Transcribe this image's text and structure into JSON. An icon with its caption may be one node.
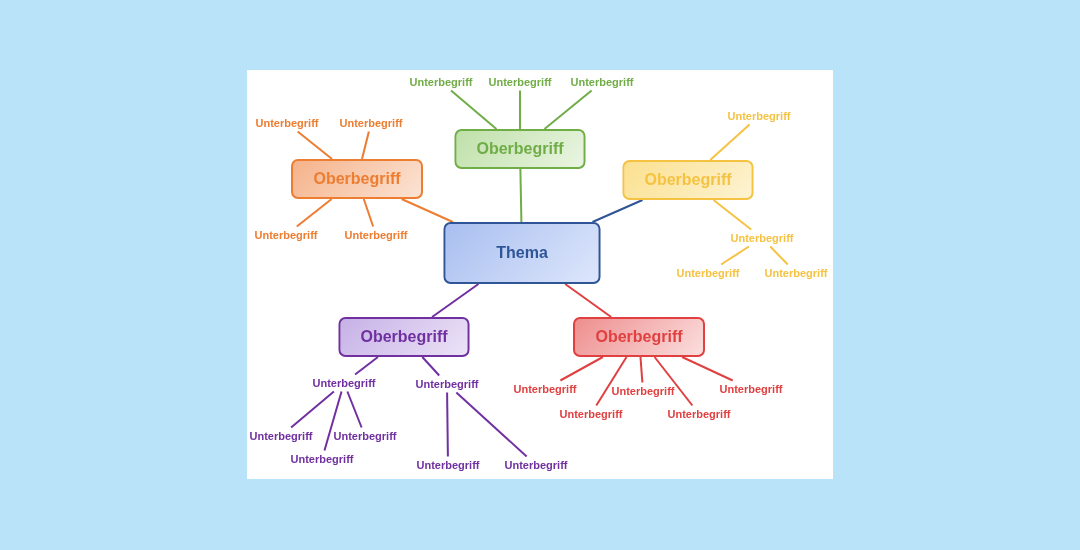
{
  "diagram": {
    "nodes": [
      {
        "text": [
          "Thema"
        ]
      },
      {
        "text": [
          "Oberbegriff"
        ]
      },
      {
        "text": [
          "Oberbegriff"
        ]
      },
      {
        "text": [
          "Oberbegriff"
        ]
      },
      {
        "text": [
          "Oberbegriff"
        ]
      },
      {
        "text": [
          "Oberbegriff"
        ]
      },
      {
        "text": [
          "Unterbegriff"
        ]
      },
      {
        "text": [
          "Unterbegriff"
        ]
      },
      {
        "text": [
          "Unterbegriff"
        ]
      },
      {
        "text": [
          "Unterbegriff"
        ]
      },
      {
        "text": [
          "Unterbegriff"
        ]
      },
      {
        "text": [
          "Unterbegriff"
        ]
      },
      {
        "text": [
          "Unterbegriff"
        ]
      },
      {
        "text": [
          "Unterbegriff"
        ]
      },
      {
        "text": [
          "Unterbegriff"
        ]
      },
      {
        "text": [
          "Unterbegriff"
        ]
      },
      {
        "text": [
          "Unterbegriff"
        ]
      },
      {
        "text": [
          "Unterbegriff"
        ]
      },
      {
        "text": [
          "Unterbegriff"
        ]
      },
      {
        "text": [
          "Unterbegriff"
        ]
      },
      {
        "text": [
          "Unterbegriff"
        ]
      },
      {
        "text": [
          "Unterbegriff"
        ]
      },
      {
        "text": [
          "Unterbegriff"
        ]
      },
      {
        "text": [
          "Unterbegriff"
        ]
      },
      {
        "text": [
          "Unterbegriff"
        ]
      },
      {
        "text": [
          "Unterbegriff"
        ]
      },
      {
        "text": [
          "Unterbegriff"
        ]
      },
      {
        "text": [
          "Unterbegriff"
        ]
      },
      {
        "text": [
          "Unterbegriff"
        ]
      }
    ],
    "edges": [
      {
        "from": 0,
        "to": 1,
        "arrow": "none",
        "color": "#70ad47"
      },
      {
        "from": 0,
        "to": 2,
        "arrow": "none",
        "color": "#ed7d31"
      },
      {
        "from": 0,
        "to": 3,
        "arrow": "none",
        "color": "#2f5597"
      },
      {
        "from": 0,
        "to": 4,
        "arrow": "none",
        "color": "#7030a0"
      },
      {
        "from": 0,
        "to": 5,
        "arrow": "none",
        "color": "#e04040"
      },
      {
        "from": 1,
        "to": 6,
        "arrow": "none",
        "color": "#70ad47"
      },
      {
        "from": 1,
        "to": 7,
        "arrow": "none",
        "color": "#70ad47"
      },
      {
        "from": 1,
        "to": 8,
        "arrow": "none",
        "color": "#70ad47"
      },
      {
        "from": 2,
        "to": 9,
        "arrow": "none",
        "color": "#ed7d31"
      },
      {
        "from": 2,
        "to": 10,
        "arrow": "none",
        "color": "#ed7d31"
      },
      {
        "from": 2,
        "to": 11,
        "arrow": "none",
        "color": "#ed7d31"
      },
      {
        "from": 2,
        "to": 12,
        "arrow": "none",
        "color": "#ed7d31"
      },
      {
        "from": 3,
        "to": 13,
        "arrow": "none",
        "color": "#f5c242"
      },
      {
        "from": 3,
        "to": 14,
        "arrow": "none",
        "color": "#f5c242"
      },
      {
        "from": 14,
        "to": 15,
        "arrow": "none",
        "color": "#f5c242"
      },
      {
        "from": 14,
        "to": 16,
        "arrow": "none",
        "color": "#f5c242"
      },
      {
        "from": 4,
        "to": 17,
        "arrow": "none",
        "color": "#7030a0"
      },
      {
        "from": 4,
        "to": 18,
        "arrow": "none",
        "color": "#7030a0"
      },
      {
        "from": 17,
        "to": 19,
        "arrow": "none",
        "color": "#7030a0"
      },
      {
        "from": 17,
        "to": 20,
        "arrow": "none",
        "color": "#7030a0"
      },
      {
        "from": 17,
        "to": 21,
        "arrow": "none",
        "color": "#7030a0"
      },
      {
        "from": 18,
        "to": 22,
        "arrow": "none",
        "color": "#7030a0"
      },
      {
        "from": 18,
        "to": 23,
        "arrow": "none",
        "color": "#7030a0"
      },
      {
        "from": 5,
        "to": 24,
        "arrow": "none",
        "color": "#e04040"
      },
      {
        "from": 5,
        "to": 25,
        "arrow": "none",
        "color": "#e04040"
      },
      {
        "from": 5,
        "to": 26,
        "arrow": "none",
        "color": "#e04040"
      },
      {
        "from": 5,
        "to": 27,
        "arrow": "none",
        "color": "#e04040"
      },
      {
        "from": 5,
        "to": 28,
        "arrow": "none",
        "color": "#e04040"
      }
    ]
  }
}
